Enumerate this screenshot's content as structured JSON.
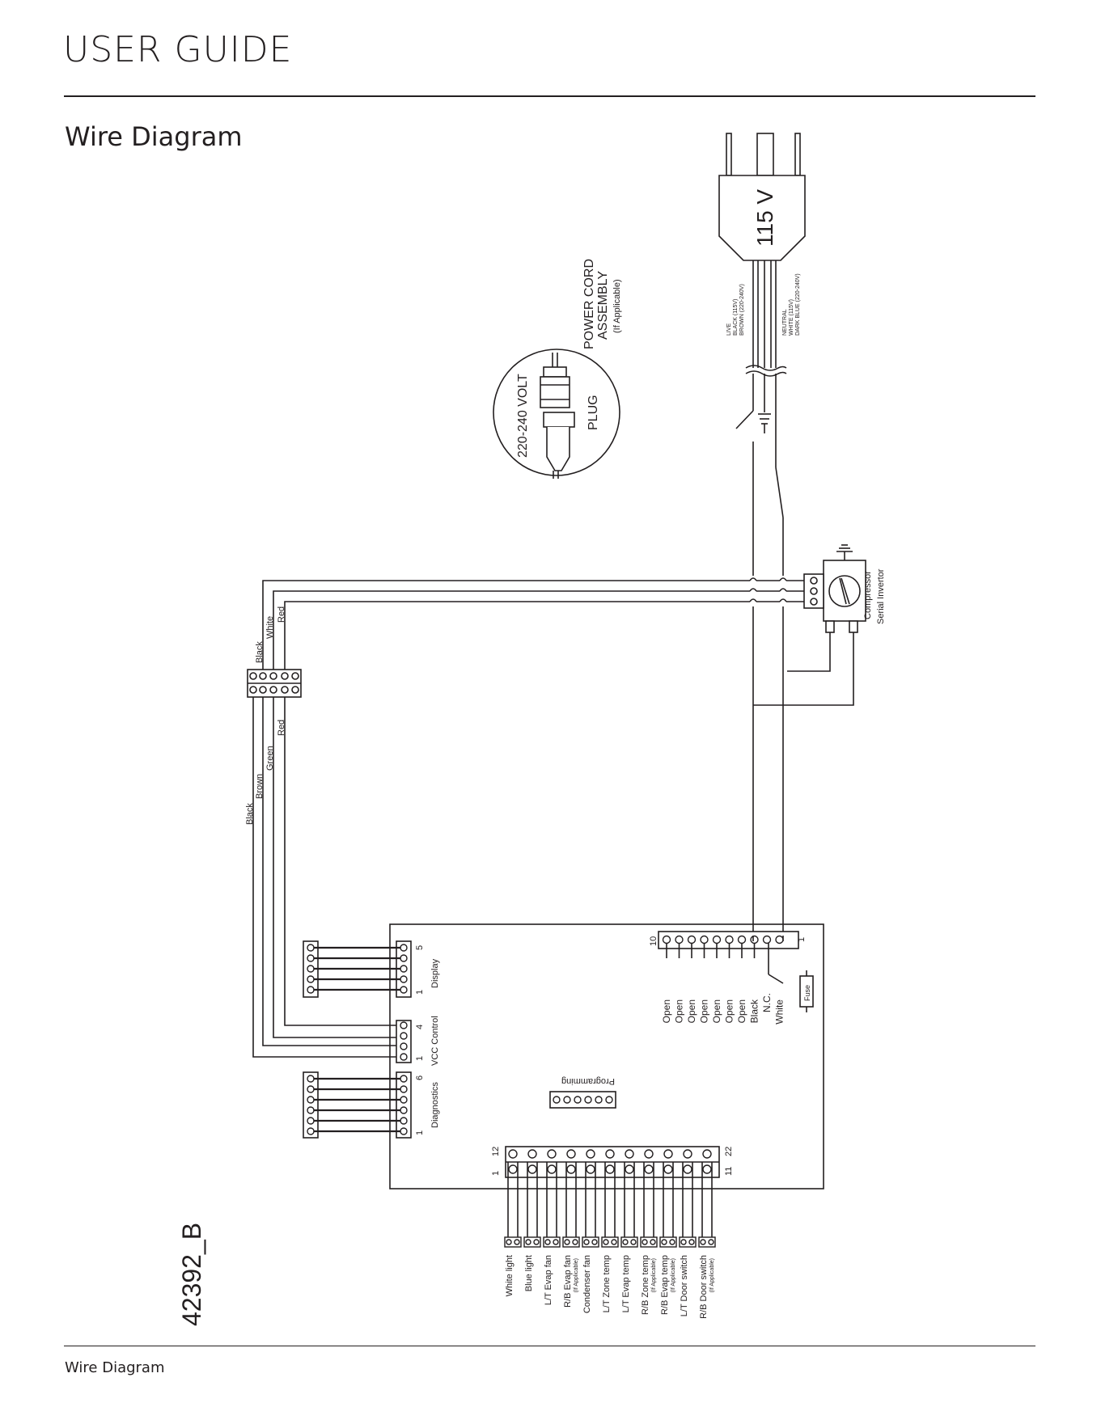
{
  "header": {
    "title": "USER GUIDE"
  },
  "section": {
    "title": "Wire Diagram"
  },
  "footer": {
    "text": "Wire Diagram"
  },
  "diagram": {
    "plug_voltage": "115 V",
    "live_label": [
      "LIVE",
      "BLACK (115V)",
      "BROWN (220-240V)"
    ],
    "neutral_label": [
      "NEUTRAL",
      "WHITE (115V)",
      "DARK BLUE (220-240V)"
    ],
    "power_cord": {
      "title_1": "POWER CORD",
      "title_2": "ASSEMBLY",
      "note": "(If Applicable)"
    },
    "alt_plug": {
      "voltage": "220-240 VOLT",
      "label": "PLUG"
    },
    "compressor": {
      "line1": "Compressor",
      "line2": "Serial Invertor"
    },
    "top_connector_wires": [
      "Black",
      "White",
      "Red"
    ],
    "bottom_connector_wires": [
      "Black",
      "Brown",
      "Green",
      "Red"
    ],
    "board": {
      "display": {
        "label": "Display",
        "pin_first": "1",
        "pin_last": "5"
      },
      "vcc": {
        "label": "VCC Control",
        "pin_first": "1",
        "pin_last": "4"
      },
      "diagnostics": {
        "label": "Diagnostics",
        "pin_first": "1",
        "pin_last": "6"
      },
      "programming": "Programming",
      "fuse": "Fuse",
      "power_pins": [
        "Open",
        "Open",
        "Open",
        "Open",
        "Open",
        "Open",
        "Open",
        "Black",
        "N.C.",
        "White"
      ],
      "power_pin_first": "10",
      "power_pin_last": "1",
      "bottom_pins": {
        "top_left": "12",
        "bottom_left": "1",
        "top_right": "22",
        "bottom_right": "11"
      }
    },
    "loads": [
      {
        "label": "White light",
        "note": ""
      },
      {
        "label": "Blue light",
        "note": ""
      },
      {
        "label": "L/T Evap fan",
        "note": ""
      },
      {
        "label": "R/B Evap fan",
        "note": "(If Applicable)"
      },
      {
        "label": "Condenser fan",
        "note": ""
      },
      {
        "label": "L/T Zone temp",
        "note": ""
      },
      {
        "label": "L/T Evap temp",
        "note": ""
      },
      {
        "label": "R/B Zone temp",
        "note": "(If Applicable)"
      },
      {
        "label": "R/B Evap temp",
        "note": "(If Applicable)"
      },
      {
        "label": "L/T Door switch",
        "note": ""
      },
      {
        "label": "R/B Door switch",
        "note": "(If Applicable)"
      }
    ],
    "part_number": "42392_B"
  }
}
